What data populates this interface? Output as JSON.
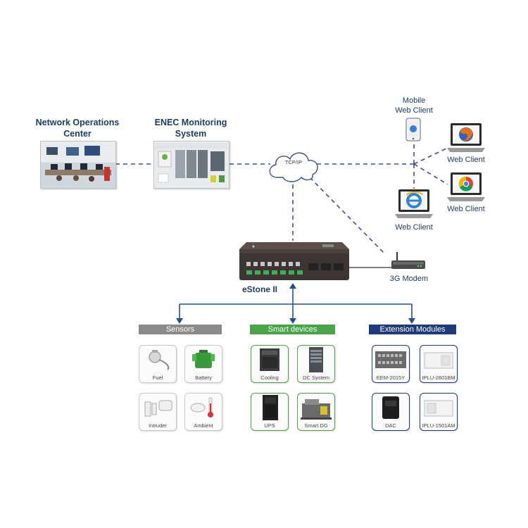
{
  "nodes": {
    "noc": {
      "title_line1": "Network Operations",
      "title_line2": "Center"
    },
    "enec": {
      "title_line1": "ENEC Monitoring",
      "title_line2": "System"
    },
    "cloud": {
      "label": "TCP/IP"
    },
    "mobile": {
      "label_line1": "Mobile",
      "label_line2": "Web Client"
    },
    "web_client_firefox": {
      "label": "Web Client"
    },
    "web_client_chrome": {
      "label": "Web Client"
    },
    "web_client_ie": {
      "label": "Web Client"
    },
    "modem": {
      "label": "3G Modem"
    },
    "estone": {
      "label": "eStone II"
    }
  },
  "categories": [
    {
      "title": "Sensors",
      "color": "#8a8a8a",
      "items": [
        {
          "label": "Fuel"
        },
        {
          "label": "Battery"
        },
        {
          "label": "Intruder"
        },
        {
          "label": "Ambient"
        }
      ]
    },
    {
      "title": "Smart devices",
      "color": "#4aa44a",
      "items": [
        {
          "label": "Cooling"
        },
        {
          "label": "DC System"
        },
        {
          "label": "UPS"
        },
        {
          "label": "Smart DG"
        }
      ]
    },
    {
      "title": "Extension Modules",
      "color": "#1f3a7a",
      "items": [
        {
          "label": "EEM-2015Y"
        },
        {
          "label": "IPLU-2801BM"
        },
        {
          "label": "DAC"
        },
        {
          "label": "IPLU-1501AM"
        }
      ]
    }
  ],
  "colors": {
    "dashed_line": "#3d4f8f",
    "arrow": "#1f4f8f",
    "text": "#1f3a5f"
  }
}
